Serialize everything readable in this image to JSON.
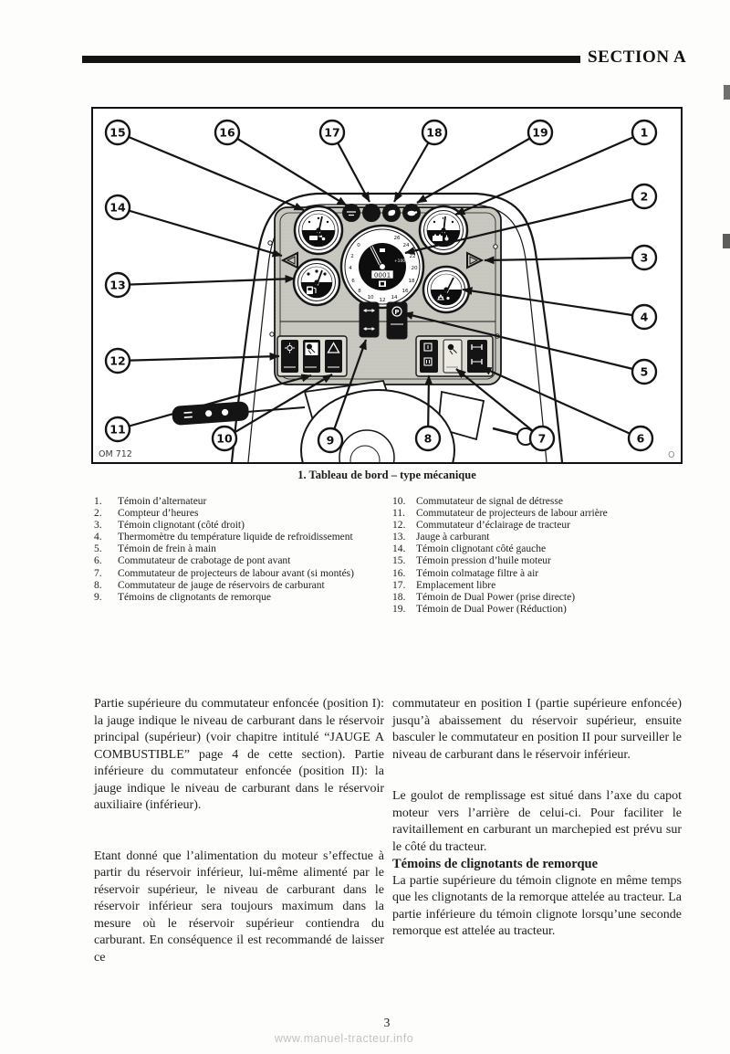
{
  "page": {
    "section_label": "SECTION A",
    "page_number": "3",
    "watermark": "www.manuel-tracteur.info"
  },
  "figure": {
    "code": "OM 712",
    "corner_mark": "O",
    "caption": "1.  Tableau de bord – type mécanique",
    "parking_symbol": "P",
    "tachometer": {
      "hour_meter": "0001",
      "scale_note": "+100",
      "dial_numbers": [
        "0",
        "2",
        "4",
        "6",
        "8",
        "10",
        "12",
        "14",
        "16",
        "18",
        "20",
        "22",
        "24",
        "26"
      ]
    },
    "callouts": [
      "1",
      "2",
      "3",
      "4",
      "5",
      "6",
      "7",
      "8",
      "9",
      "10",
      "11",
      "12",
      "13",
      "14",
      "15",
      "16",
      "17",
      "18",
      "19"
    ]
  },
  "legend": {
    "left": [
      {
        "num": "1.",
        "text": "Témoin d’alternateur"
      },
      {
        "num": "2.",
        "text": "Compteur d’heures"
      },
      {
        "num": "3.",
        "text": "Témoin clignotant (côté droit)"
      },
      {
        "num": "4.",
        "text": "Thermomètre du température liquide de refroidissement"
      },
      {
        "num": "5.",
        "text": "Témoin de frein à main"
      },
      {
        "num": "6.",
        "text": "Commutateur de crabotage de pont avant"
      },
      {
        "num": "7.",
        "text": "Commutateur de projecteurs de labour avant (si montés)"
      },
      {
        "num": "8.",
        "text": "Commutateur de jauge de réservoirs de carburant"
      },
      {
        "num": "9.",
        "text": "Témoins de clignotants de remorque"
      }
    ],
    "right": [
      {
        "num": "10.",
        "text": "Commutateur de signal de détresse"
      },
      {
        "num": "11.",
        "text": "Commutateur de projecteurs de labour arrière"
      },
      {
        "num": "12.",
        "text": "Commutateur d’éclairage de tracteur"
      },
      {
        "num": "13.",
        "text": "Jauge à carburant"
      },
      {
        "num": "14.",
        "text": "Témoin clignotant côté gauche"
      },
      {
        "num": "15.",
        "text": "Témoin pression d’huile moteur"
      },
      {
        "num": "16.",
        "text": "Témoin colmatage filtre à air"
      },
      {
        "num": "17.",
        "text": "Emplacement libre"
      },
      {
        "num": "18.",
        "text": "Témoin de Dual Power (prise directe)"
      },
      {
        "num": "19.",
        "text": "Témoin de Dual Power (Réduction)"
      }
    ]
  },
  "body": {
    "left": {
      "para1": "Partie supérieure du commutateur enfoncée (position I): la jauge indique le niveau de car­burant dans le réservoir principal (supérieur) (voir chapitre intitulé “JAUGE A COMBUSTI­BLE” page 4 de cette section). Partie inférieure du commutateur enfoncée (position II): la jauge indique le niveau de carburant dans le réservoir auxiliaire (inférieur).",
      "para2": "Etant donné que l’alimentation du moteur s’ef­fectue à partir du réservoir inférieur, lui-même alimenté par le réservoir supérieur, le niveau de carburant dans le réservoir inférieur sera toujours maximum dans la mesure où le réser­voir supérieur contiendra du carburant. En conséquence il est recommandé de laisser ce"
    },
    "right": {
      "para1": "commutateur en position I (partie supérieure enfoncée) jusqu’à abaissement du réservoir supérieur, ensuite basculer le commutateur en position II pour surveiller le niveau de carbu­rant dans le réservoir inférieur.",
      "para2": "Le goulot de remplissage est situé dans l’axe du capot moteur vers l’arrière de celui-ci. Pour faciliter le ravitaillement en carburant un mar­chepied est prévu sur le côté du tracteur.",
      "heading": "Témoins de clignotants de remorque",
      "para3": "La partie supérieure du témoin clignote en même temps que les clignotants de la remor­que attelée au tracteur. La partie inférieure du témoin clignote lorsqu’une seconde remorque est attelée au tracteur."
    }
  }
}
